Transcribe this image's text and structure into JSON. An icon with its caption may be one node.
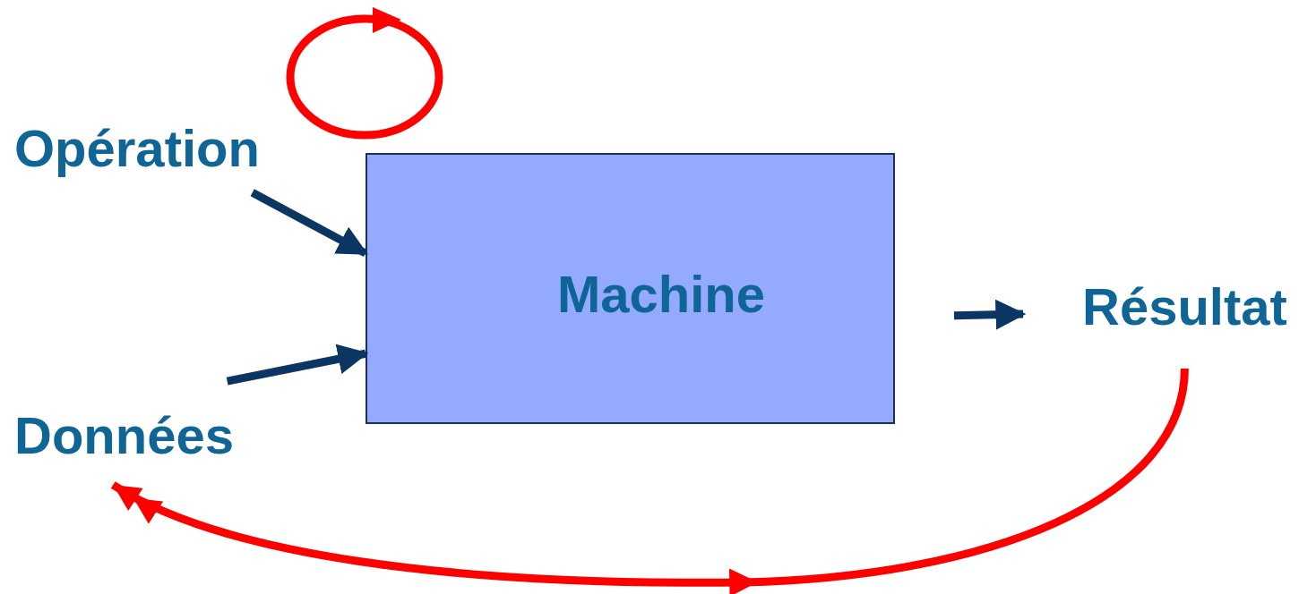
{
  "diagram": {
    "nodes": [
      {
        "text": [
          "Opération"
        ]
      },
      {
        "text": [
          "Machine"
        ]
      },
      {
        "text": [
          "Résultat"
        ]
      },
      {
        "text": [
          "Données"
        ]
      }
    ],
    "edges": [
      {
        "from": 0,
        "to": 1,
        "arrow": "to"
      },
      {
        "from": 3,
        "to": 1,
        "arrow": "to"
      },
      {
        "from": 1,
        "to": 2,
        "arrow": "to"
      },
      {
        "from": 2,
        "to": 3,
        "arrow": "to",
        "color": "#ff0000"
      }
    ]
  }
}
